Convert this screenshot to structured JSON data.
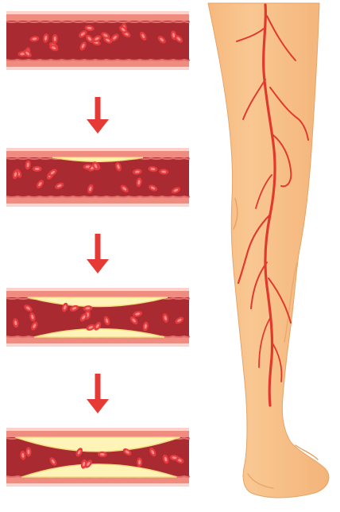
{
  "diagram": {
    "stages": [
      {
        "plaque_level": 0
      },
      {
        "plaque_level": 0.25
      },
      {
        "plaque_level": 0.55
      },
      {
        "plaque_level": 0.85
      }
    ],
    "arrows": [
      {
        "from": 1,
        "to": 2
      },
      {
        "from": 2,
        "to": 3
      },
      {
        "from": 3,
        "to": 4
      }
    ]
  },
  "colors": {
    "background": "#ffffff",
    "vessel_wall": "#f08b80",
    "vessel_lumen": "#a92a31",
    "red_cell": "#e53b3e",
    "red_cell_highlight": "#f7a3a1",
    "plaque": "#fff4b8",
    "plaque_edge": "#f3dc82",
    "arrow": "#e53a35",
    "skin": "#f9c58e",
    "skin_shade": "#e9a86d",
    "vein": "#e13a2d"
  },
  "icons": {
    "arrow": "arrow-down-icon",
    "blood_cell": "red-blood-cell-icon"
  }
}
